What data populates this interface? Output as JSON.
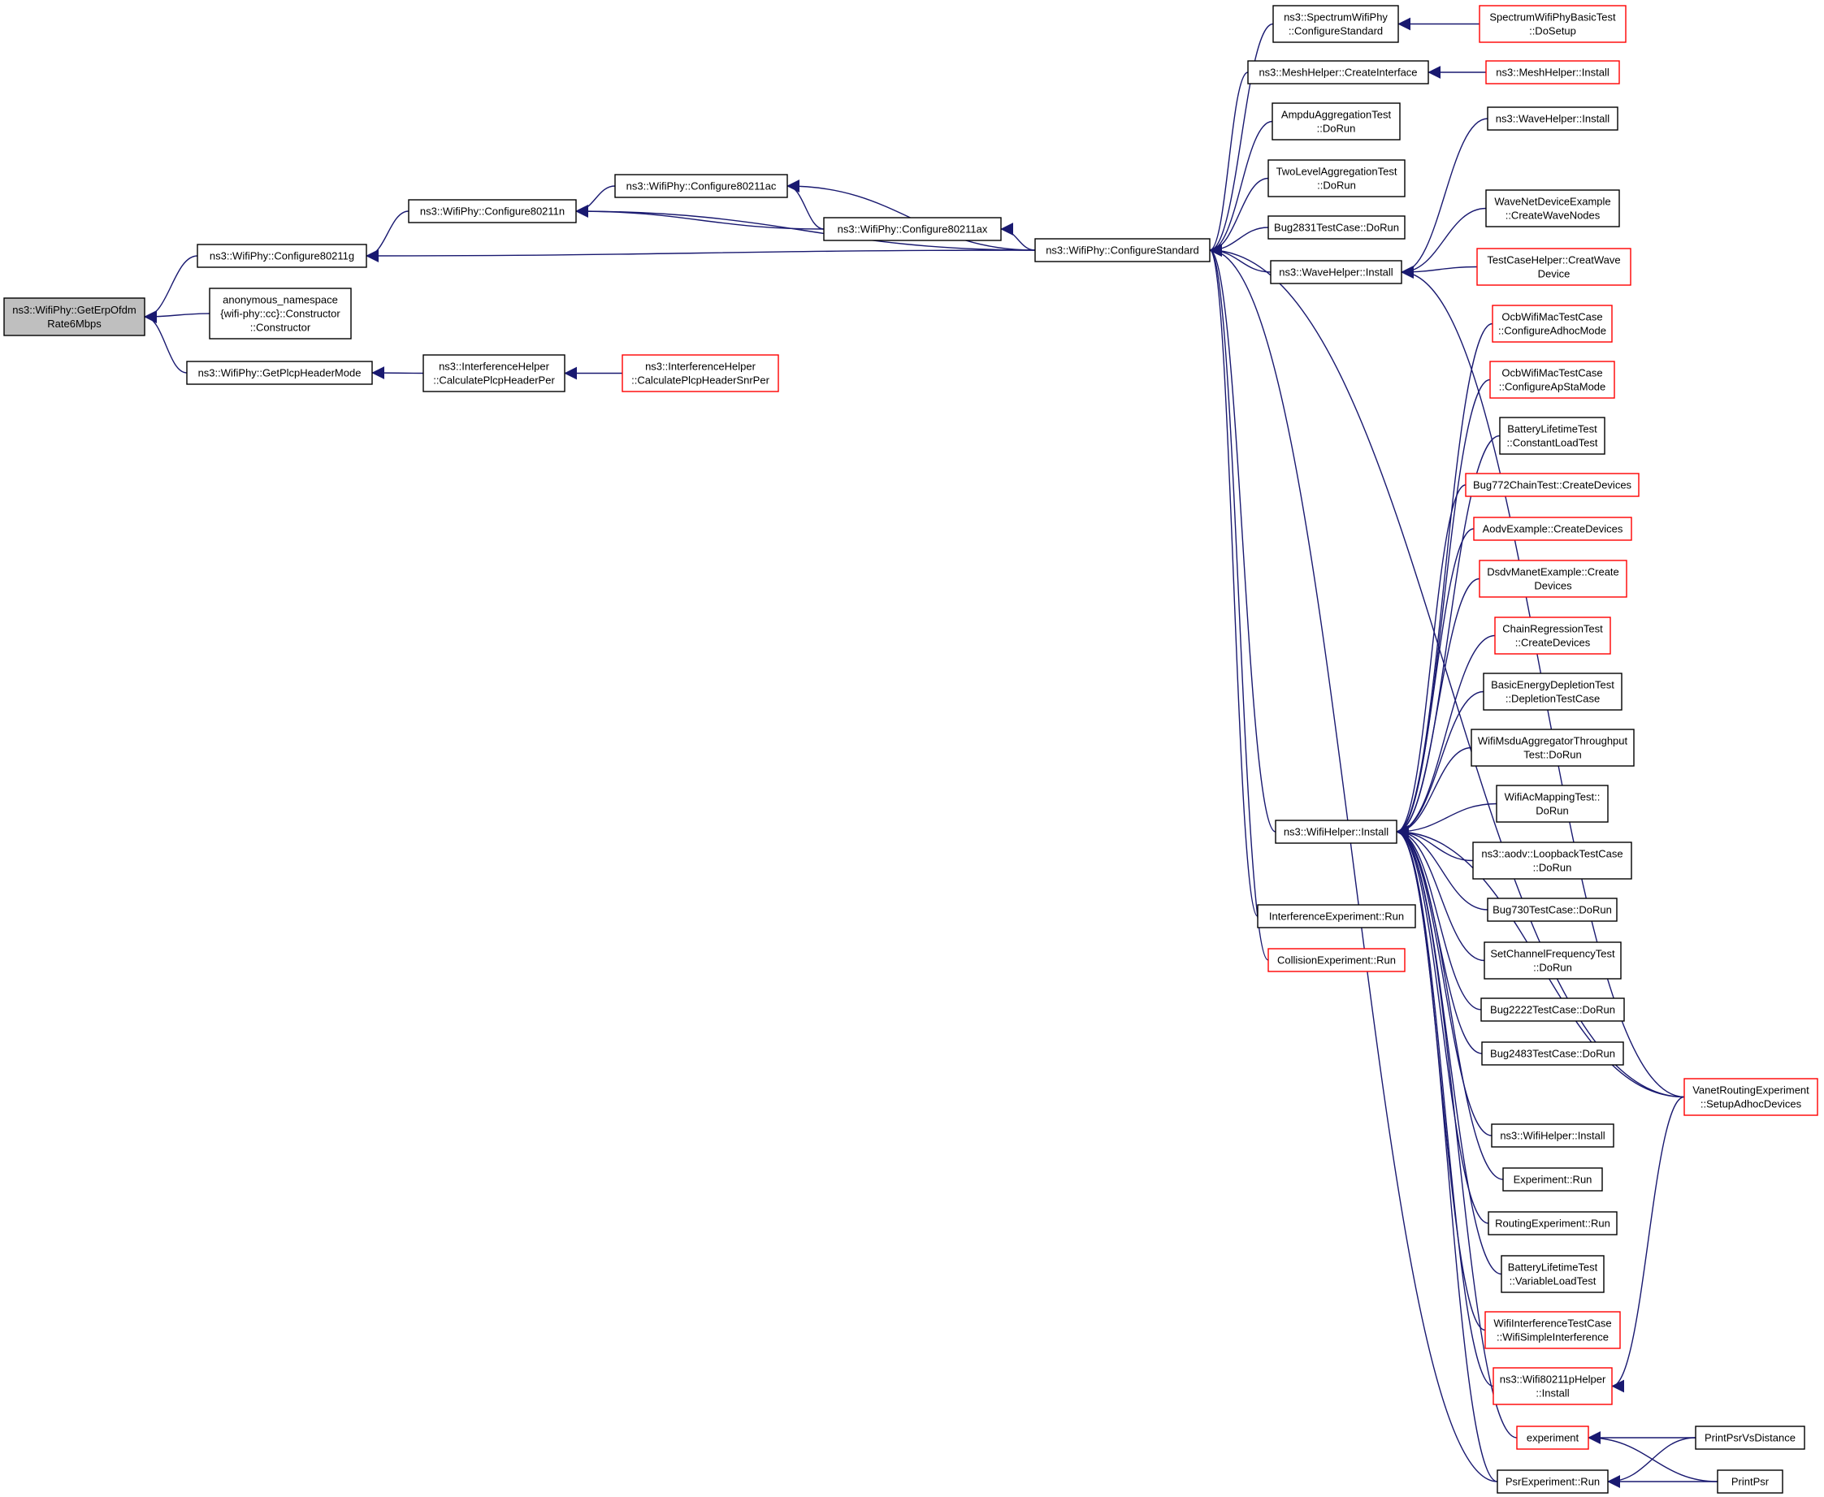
{
  "colors": {
    "edge": "#191970",
    "border_default": "#000000",
    "border_truncated": "#ff0000",
    "focus_fill": "#bfbfbf",
    "node_fill": "#ffffff"
  },
  "nodes": [
    {
      "id": "n0",
      "lines": [
        "ns3::WifiPhy::GetErpOfdm",
        "Rate6Mbps"
      ],
      "style": "focus"
    },
    {
      "id": "n1",
      "lines": [
        "ns3::WifiPhy::Configure80211g"
      ],
      "style": "normal"
    },
    {
      "id": "n2",
      "lines": [
        "anonymous_namespace",
        "{wifi-phy::cc}::Constructor",
        "::Constructor"
      ],
      "style": "normal"
    },
    {
      "id": "n3",
      "lines": [
        "ns3::WifiPhy::GetPlcpHeaderMode"
      ],
      "style": "normal"
    },
    {
      "id": "n4",
      "lines": [
        "ns3::WifiPhy::Configure80211n"
      ],
      "style": "normal"
    },
    {
      "id": "n5",
      "lines": [
        "ns3::InterferenceHelper",
        "::CalculatePlcpHeaderPer"
      ],
      "style": "normal"
    },
    {
      "id": "n6",
      "lines": [
        "ns3::WifiPhy::Configure80211ac"
      ],
      "style": "normal"
    },
    {
      "id": "n7",
      "lines": [
        "ns3::WifiPhy::Configure80211ax"
      ],
      "style": "normal"
    },
    {
      "id": "n8",
      "lines": [
        "ns3::InterferenceHelper",
        "::CalculatePlcpHeaderSnrPer"
      ],
      "style": "truncated"
    },
    {
      "id": "n9",
      "lines": [
        "ns3::WifiPhy::ConfigureStandard"
      ],
      "style": "normal"
    },
    {
      "id": "n10",
      "lines": [
        "ns3::SpectrumWifiPhy",
        "::ConfigureStandard"
      ],
      "style": "normal"
    },
    {
      "id": "n11",
      "lines": [
        "ns3::MeshHelper::CreateInterface"
      ],
      "style": "normal"
    },
    {
      "id": "n12",
      "lines": [
        "AmpduAggregationTest",
        "::DoRun"
      ],
      "style": "normal"
    },
    {
      "id": "n13",
      "lines": [
        "TwoLevelAggregationTest",
        "::DoRun"
      ],
      "style": "normal"
    },
    {
      "id": "n14",
      "lines": [
        "Bug2831TestCase::DoRun"
      ],
      "style": "normal"
    },
    {
      "id": "n15",
      "lines": [
        "ns3::WaveHelper::Install"
      ],
      "style": "normal"
    },
    {
      "id": "n16",
      "lines": [
        "ns3::WifiHelper::Install"
      ],
      "style": "normal"
    },
    {
      "id": "n17",
      "lines": [
        "InterferenceExperiment::Run"
      ],
      "style": "normal"
    },
    {
      "id": "n18",
      "lines": [
        "CollisionExperiment::Run"
      ],
      "style": "truncated"
    },
    {
      "id": "n19",
      "lines": [
        "SpectrumWifiPhyBasicTest",
        "::DoSetup"
      ],
      "style": "truncated"
    },
    {
      "id": "n20",
      "lines": [
        "ns3::MeshHelper::Install"
      ],
      "style": "truncated"
    },
    {
      "id": "n21",
      "lines": [
        "ns3::WaveHelper::Install"
      ],
      "style": "normal"
    },
    {
      "id": "n22",
      "lines": [
        "WaveNetDeviceExample",
        "::CreateWaveNodes"
      ],
      "style": "normal"
    },
    {
      "id": "n23",
      "lines": [
        "TestCaseHelper::CreatWave",
        "Device"
      ],
      "style": "truncated"
    },
    {
      "id": "n24",
      "lines": [
        "OcbWifiMacTestCase",
        "::ConfigureAdhocMode"
      ],
      "style": "truncated"
    },
    {
      "id": "n25",
      "lines": [
        "OcbWifiMacTestCase",
        "::ConfigureApStaMode"
      ],
      "style": "truncated"
    },
    {
      "id": "n26",
      "lines": [
        "BatteryLifetimeTest",
        "::ConstantLoadTest"
      ],
      "style": "normal"
    },
    {
      "id": "n27",
      "lines": [
        "Bug772ChainTest::CreateDevices"
      ],
      "style": "truncated"
    },
    {
      "id": "n28",
      "lines": [
        "AodvExample::CreateDevices"
      ],
      "style": "truncated"
    },
    {
      "id": "n29",
      "lines": [
        "DsdvManetExample::Create",
        "Devices"
      ],
      "style": "truncated"
    },
    {
      "id": "n30",
      "lines": [
        "ChainRegressionTest",
        "::CreateDevices"
      ],
      "style": "truncated"
    },
    {
      "id": "n31",
      "lines": [
        "BasicEnergyDepletionTest",
        "::DepletionTestCase"
      ],
      "style": "normal"
    },
    {
      "id": "n32",
      "lines": [
        "WifiMsduAggregatorThroughput",
        "Test::DoRun"
      ],
      "style": "normal"
    },
    {
      "id": "n33",
      "lines": [
        "WifiAcMappingTest::",
        "DoRun"
      ],
      "style": "normal"
    },
    {
      "id": "n34",
      "lines": [
        "ns3::aodv::LoopbackTestCase",
        "::DoRun"
      ],
      "style": "normal"
    },
    {
      "id": "n35",
      "lines": [
        "Bug730TestCase::DoRun"
      ],
      "style": "normal"
    },
    {
      "id": "n36",
      "lines": [
        "SetChannelFrequencyTest",
        "::DoRun"
      ],
      "style": "normal"
    },
    {
      "id": "n37",
      "lines": [
        "Bug2222TestCase::DoRun"
      ],
      "style": "normal"
    },
    {
      "id": "n38",
      "lines": [
        "Bug2483TestCase::DoRun"
      ],
      "style": "normal"
    },
    {
      "id": "n39",
      "lines": [
        "VanetRoutingExperiment",
        "::SetupAdhocDevices"
      ],
      "style": "truncated"
    },
    {
      "id": "n40",
      "lines": [
        "ns3::WifiHelper::Install"
      ],
      "style": "normal"
    },
    {
      "id": "n41",
      "lines": [
        "Experiment::Run"
      ],
      "style": "normal"
    },
    {
      "id": "n42",
      "lines": [
        "RoutingExperiment::Run"
      ],
      "style": "normal"
    },
    {
      "id": "n43",
      "lines": [
        "BatteryLifetimeTest",
        "::VariableLoadTest"
      ],
      "style": "normal"
    },
    {
      "id": "n44",
      "lines": [
        "WifiInterferenceTestCase",
        "::WifiSimpleInterference"
      ],
      "style": "truncated"
    },
    {
      "id": "n45",
      "lines": [
        "ns3::Wifi80211pHelper",
        "::Install"
      ],
      "style": "truncated"
    },
    {
      "id": "n46",
      "lines": [
        "experiment"
      ],
      "style": "truncated"
    },
    {
      "id": "n47",
      "lines": [
        "PsrExperiment::Run"
      ],
      "style": "normal"
    },
    {
      "id": "n48",
      "lines": [
        "PrintPsrVsDistance"
      ],
      "style": "normal"
    },
    {
      "id": "n49",
      "lines": [
        "PrintPsr"
      ],
      "style": "normal"
    }
  ],
  "edges": [
    {
      "from": "n1",
      "to": "n0"
    },
    {
      "from": "n2",
      "to": "n0"
    },
    {
      "from": "n3",
      "to": "n0"
    },
    {
      "from": "n4",
      "to": "n1"
    },
    {
      "from": "n9",
      "to": "n1"
    },
    {
      "from": "n5",
      "to": "n3"
    },
    {
      "from": "n8",
      "to": "n5"
    },
    {
      "from": "n6",
      "to": "n4"
    },
    {
      "from": "n7",
      "to": "n4"
    },
    {
      "from": "n9",
      "to": "n4"
    },
    {
      "from": "n7",
      "to": "n6"
    },
    {
      "from": "n9",
      "to": "n6"
    },
    {
      "from": "n9",
      "to": "n7"
    },
    {
      "from": "n10",
      "to": "n9"
    },
    {
      "from": "n11",
      "to": "n9"
    },
    {
      "from": "n12",
      "to": "n9"
    },
    {
      "from": "n13",
      "to": "n9"
    },
    {
      "from": "n14",
      "to": "n9"
    },
    {
      "from": "n15",
      "to": "n9"
    },
    {
      "from": "n16",
      "to": "n9"
    },
    {
      "from": "n17",
      "to": "n9"
    },
    {
      "from": "n18",
      "to": "n9"
    },
    {
      "from": "n39",
      "to": "n9"
    },
    {
      "from": "n47",
      "to": "n9"
    },
    {
      "from": "n19",
      "to": "n10"
    },
    {
      "from": "n20",
      "to": "n11"
    },
    {
      "from": "n21",
      "to": "n15"
    },
    {
      "from": "n22",
      "to": "n15"
    },
    {
      "from": "n23",
      "to": "n15"
    },
    {
      "from": "n39",
      "to": "n15"
    },
    {
      "from": "n24",
      "to": "n16"
    },
    {
      "from": "n25",
      "to": "n16"
    },
    {
      "from": "n26",
      "to": "n16"
    },
    {
      "from": "n27",
      "to": "n16"
    },
    {
      "from": "n28",
      "to": "n16"
    },
    {
      "from": "n29",
      "to": "n16"
    },
    {
      "from": "n30",
      "to": "n16"
    },
    {
      "from": "n31",
      "to": "n16"
    },
    {
      "from": "n32",
      "to": "n16"
    },
    {
      "from": "n33",
      "to": "n16"
    },
    {
      "from": "n34",
      "to": "n16"
    },
    {
      "from": "n35",
      "to": "n16"
    },
    {
      "from": "n36",
      "to": "n16"
    },
    {
      "from": "n37",
      "to": "n16"
    },
    {
      "from": "n38",
      "to": "n16"
    },
    {
      "from": "n39",
      "to": "n16"
    },
    {
      "from": "n40",
      "to": "n16"
    },
    {
      "from": "n41",
      "to": "n16"
    },
    {
      "from": "n42",
      "to": "n16"
    },
    {
      "from": "n43",
      "to": "n16"
    },
    {
      "from": "n44",
      "to": "n16"
    },
    {
      "from": "n45",
      "to": "n16"
    },
    {
      "from": "n46",
      "to": "n16"
    },
    {
      "from": "n47",
      "to": "n16"
    },
    {
      "from": "n39",
      "to": "n45"
    },
    {
      "from": "n48",
      "to": "n46"
    },
    {
      "from": "n49",
      "to": "n46"
    },
    {
      "from": "n48",
      "to": "n47"
    },
    {
      "from": "n49",
      "to": "n47"
    }
  ]
}
